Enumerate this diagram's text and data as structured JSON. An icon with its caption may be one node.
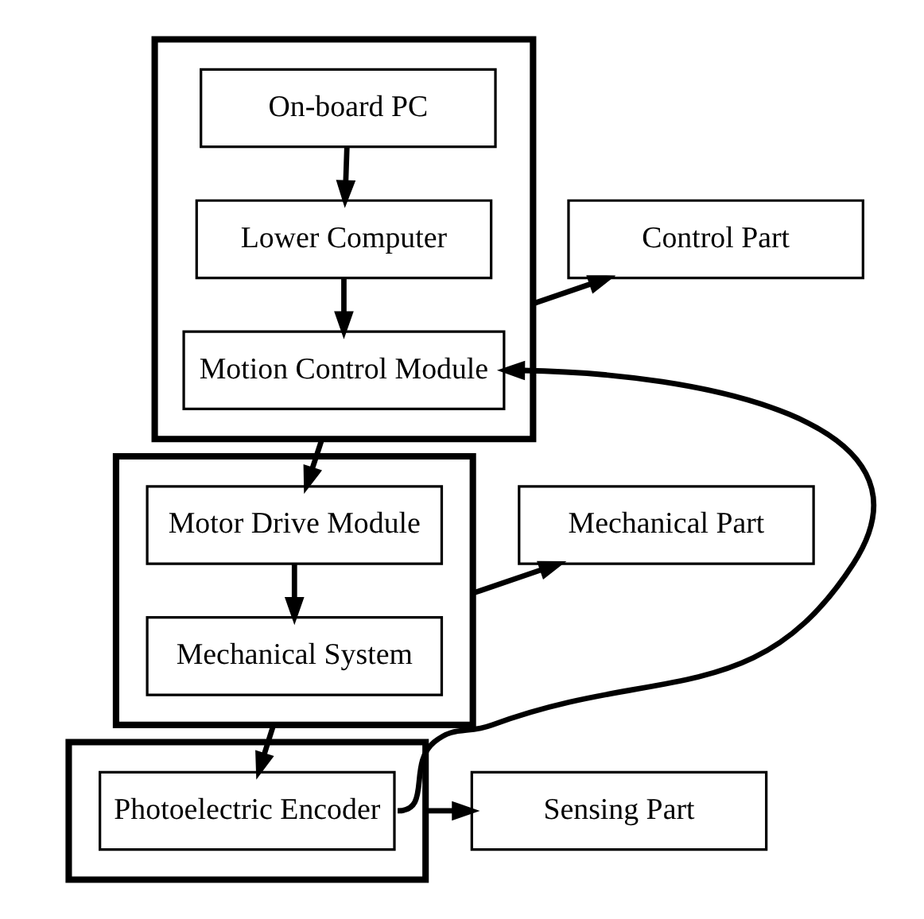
{
  "diagram": {
    "nodes": [
      {
        "text": [],
        "shape": "box"
      },
      {
        "text": [
          "On-board PC"
        ],
        "in": 0
      },
      {
        "text": [
          "Lower Computer"
        ],
        "in": 0
      },
      {
        "text": [
          "Motion Control Module"
        ],
        "in": 0
      },
      {
        "text": [
          "Control Part"
        ]
      },
      {
        "text": [],
        "shape": "box"
      },
      {
        "text": [
          "Motor Drive Module"
        ],
        "in": 5
      },
      {
        "text": [
          "Mechanical System"
        ],
        "in": 5
      },
      {
        "text": [
          "Mechanical Part"
        ]
      },
      {
        "text": [],
        "shape": "box"
      },
      {
        "text": [
          "Photoelectric Encoder"
        ],
        "in": 9
      },
      {
        "text": [
          "Sensing Part"
        ]
      }
    ],
    "edges": [
      {
        "from": 1,
        "to": 2,
        "arrow": "to"
      },
      {
        "from": 2,
        "to": 3,
        "arrow": "to"
      },
      {
        "from": 0,
        "to": 4,
        "arrow": "to"
      },
      {
        "from": 0,
        "to": 6,
        "arrow": "to"
      },
      {
        "from": 6,
        "to": 7,
        "arrow": "to"
      },
      {
        "from": 5,
        "to": 8,
        "arrow": "to"
      },
      {
        "from": 5,
        "to": 10,
        "arrow": "to"
      },
      {
        "from": 9,
        "to": 11,
        "arrow": "to"
      },
      {
        "from": 10,
        "to": 3,
        "arrow": "to"
      }
    ]
  }
}
